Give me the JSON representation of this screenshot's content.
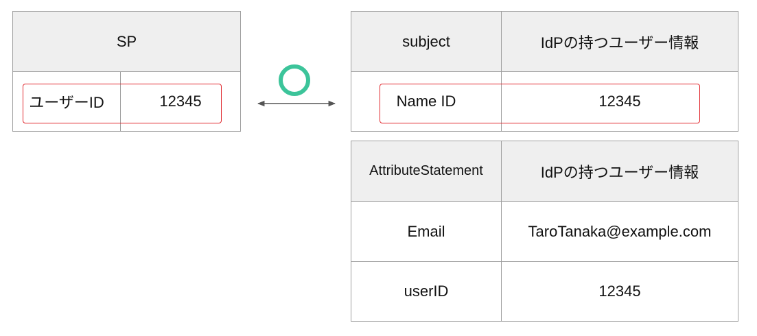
{
  "sp_table": {
    "header": "SP",
    "row": {
      "label": "ユーザーID",
      "value": "12345"
    }
  },
  "subject_table": {
    "headers": [
      "subject",
      "IdPの持つユーザー情報"
    ],
    "row": {
      "label": "Name ID",
      "value": "12345"
    }
  },
  "attribute_table": {
    "headers": [
      "AttributeStatement",
      "IdPの持つユーザー情報"
    ],
    "rows": [
      {
        "label": "Email",
        "value": "TaroTanaka@example.com"
      },
      {
        "label": "userID",
        "value": "12345"
      }
    ]
  },
  "colors": {
    "highlight": "#e0262b",
    "match_circle": "#3cc49a",
    "header_bg": "#efefef",
    "border": "#9e9e9e",
    "arrow": "#555555"
  },
  "icons": {
    "match": "match-circle-icon",
    "link": "double-arrow-icon"
  }
}
